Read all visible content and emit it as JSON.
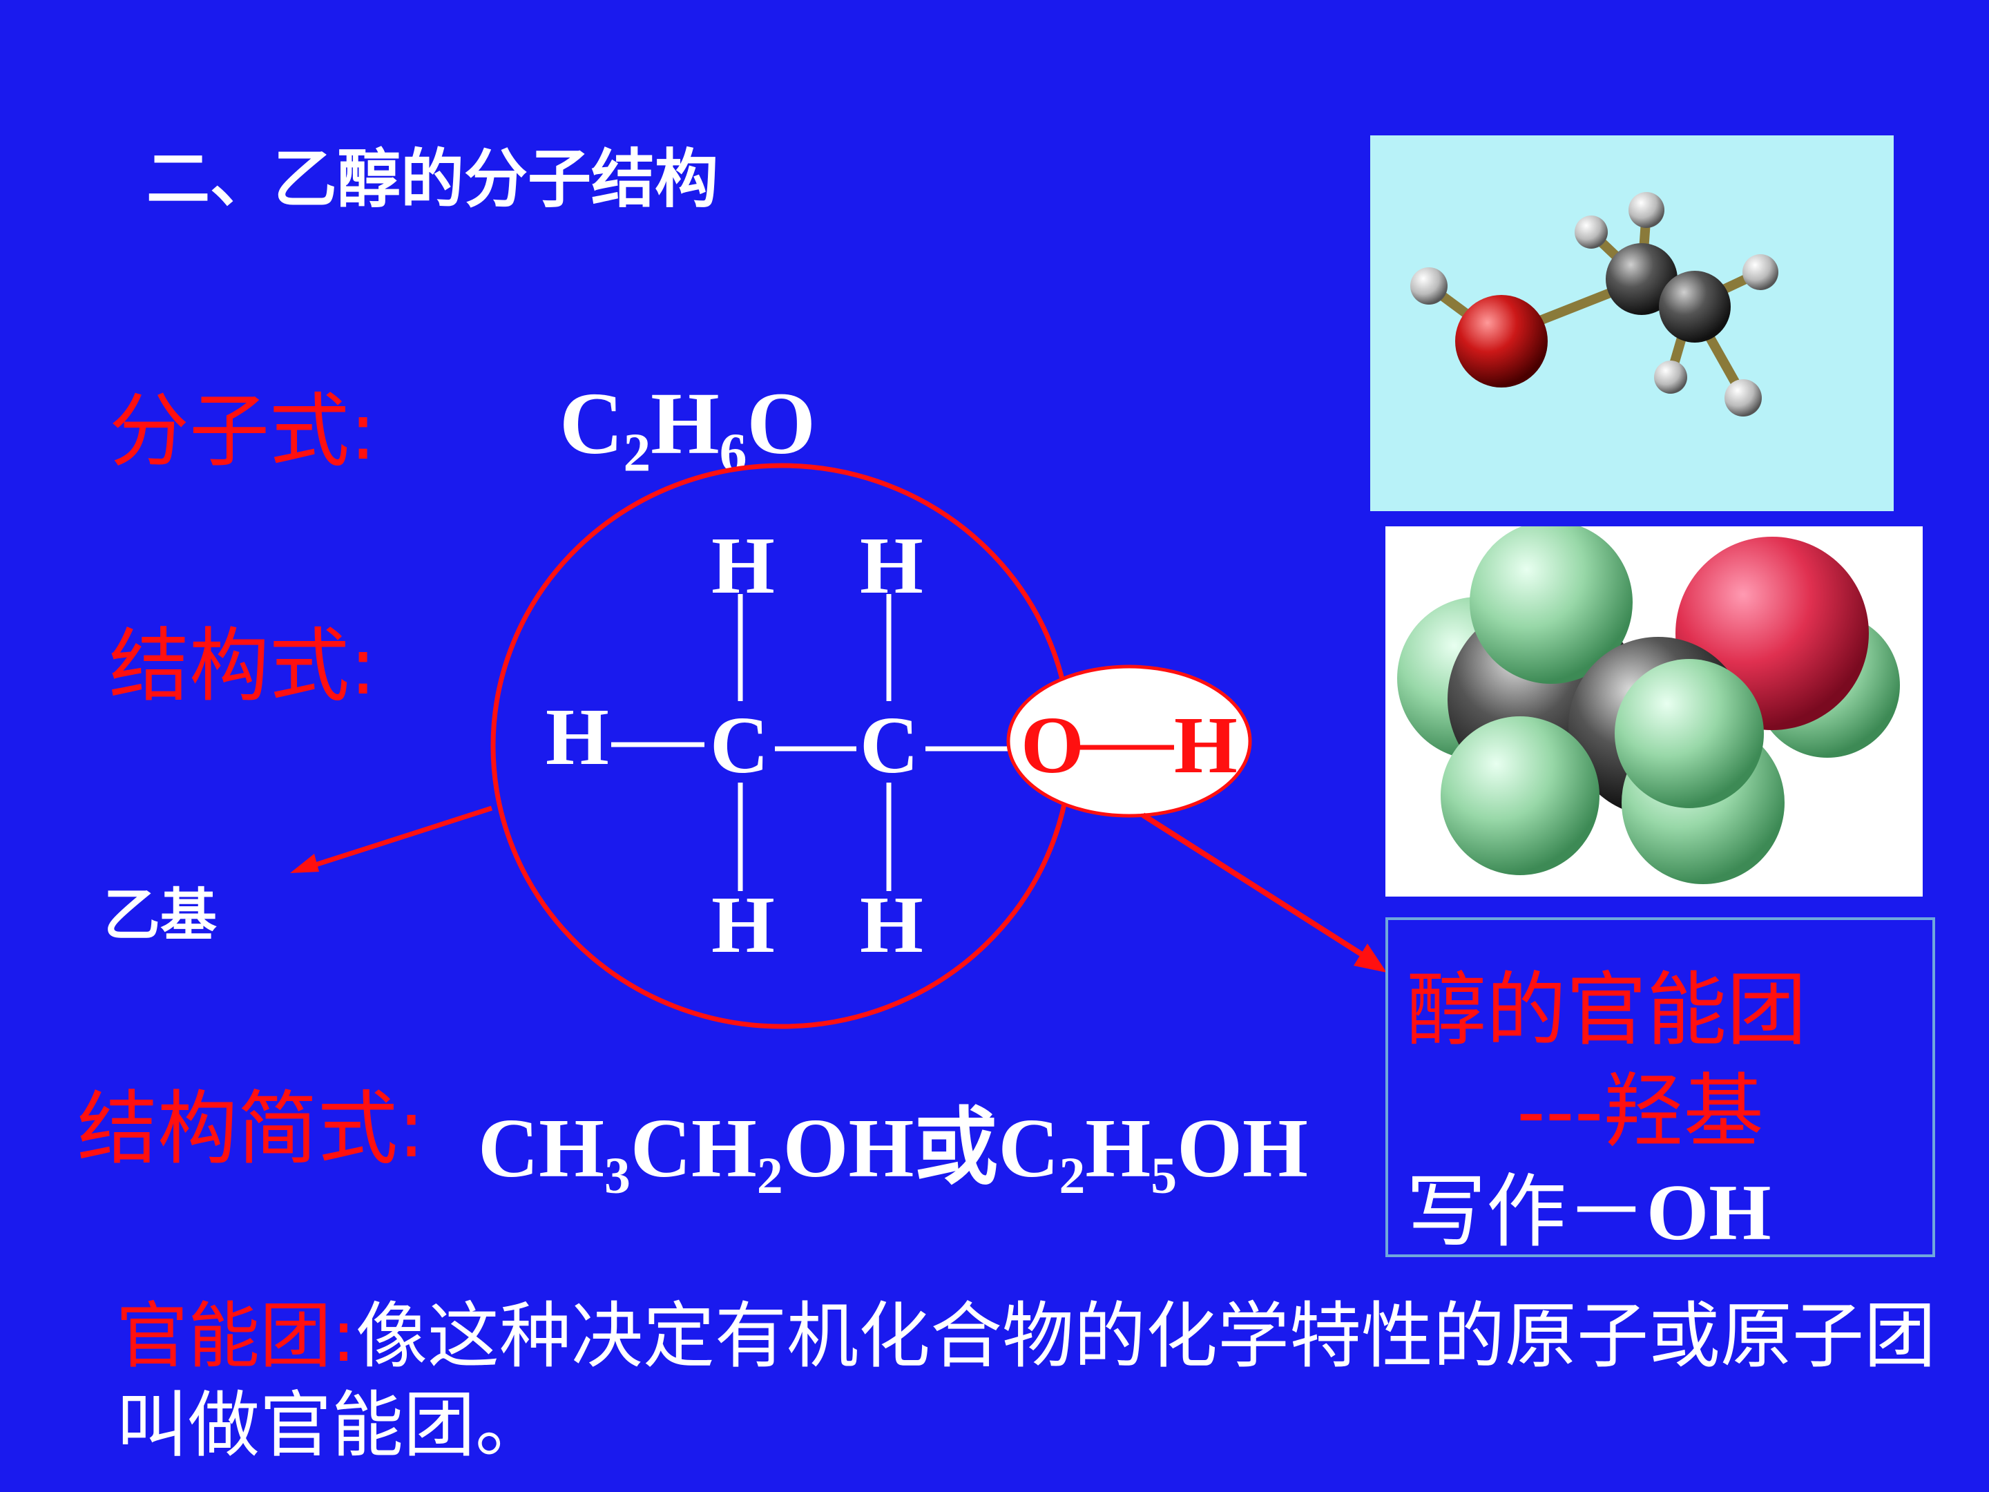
{
  "title": "二、乙醇的分子结构",
  "labels": {
    "molecular": "分子式:",
    "structural": "结构式:",
    "condensed": "结构简式:",
    "ethyl": "乙基"
  },
  "formulas": {
    "molecular": {
      "c": "C",
      "c_sub": "2",
      "h": "H",
      "h_sub": "6",
      "o": "O"
    },
    "condensed": {
      "p1": "CH",
      "s1": "3",
      "p2": "CH",
      "s2": "2",
      "p3": "OH或C",
      "s3": "2",
      "p4": "H",
      "s4": "5",
      "p5": "OH"
    }
  },
  "structure": {
    "h_top_left": "H",
    "h_top_right": "H",
    "h_left": "H",
    "c1": "C",
    "c2": "C",
    "o": "O",
    "h_oh": "H",
    "h_bottom_left": "H",
    "h_bottom_right": "H"
  },
  "functional_group_box": {
    "line1": "醇的官能团",
    "line2": "---羟基",
    "line3_prefix": "写作－",
    "line3_oh": "OH"
  },
  "definition": {
    "term": "官能团:",
    "text": "像这种决定有机化合物的化学特性的原子或原子团叫做官能团。"
  },
  "colors": {
    "background": "#1a1aee",
    "accent_red": "#ff1010",
    "text_white": "#ffffff",
    "ballstick_bg": "#b8f2f8"
  },
  "icons": [
    "ball-and-stick-model",
    "space-filling-model"
  ]
}
